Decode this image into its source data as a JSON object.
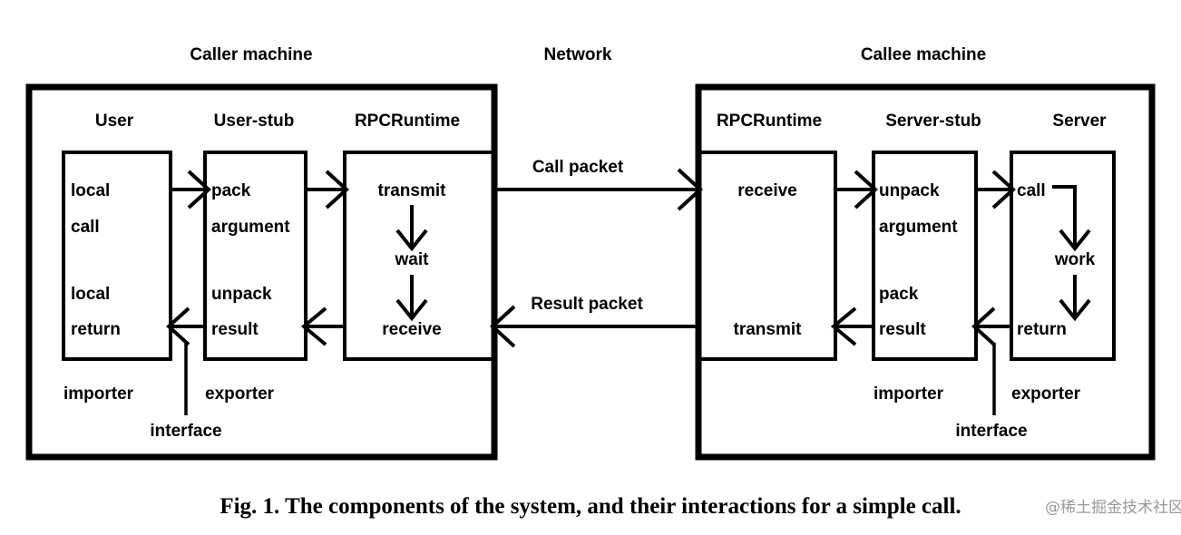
{
  "figure": {
    "caption": "Fig. 1.   The components of the system, and their interactions for a simple call.",
    "watermark": "@稀土掘金技术社区"
  },
  "headers": {
    "caller": "Caller machine",
    "network": "Network",
    "callee": "Callee machine"
  },
  "caller": {
    "columns": [
      {
        "title": "User",
        "steps": [
          "local",
          "call",
          "local",
          "return"
        ]
      },
      {
        "title": "User-stub",
        "steps": [
          "pack",
          "argument",
          "unpack",
          "result"
        ]
      },
      {
        "title": "RPCRuntime",
        "steps": [
          "transmit",
          "wait",
          "receive"
        ]
      }
    ],
    "roles": {
      "importer": "importer",
      "exporter": "exporter",
      "interface": "interface"
    }
  },
  "callee": {
    "columns": [
      {
        "title": "RPCRuntime",
        "steps": [
          "receive",
          "transmit"
        ]
      },
      {
        "title": "Server-stub",
        "steps": [
          "unpack",
          "argument",
          "pack",
          "result"
        ]
      },
      {
        "title": "Server",
        "steps": [
          "call",
          "work",
          "return"
        ]
      }
    ],
    "roles": {
      "importer": "importer",
      "exporter": "exporter",
      "interface": "interface"
    }
  },
  "network": {
    "call_packet": "Call packet",
    "result_packet": "Result packet"
  },
  "colors": {
    "ink": "#000000",
    "paper": "#ffffff",
    "watermark": "#9a9a9a"
  }
}
